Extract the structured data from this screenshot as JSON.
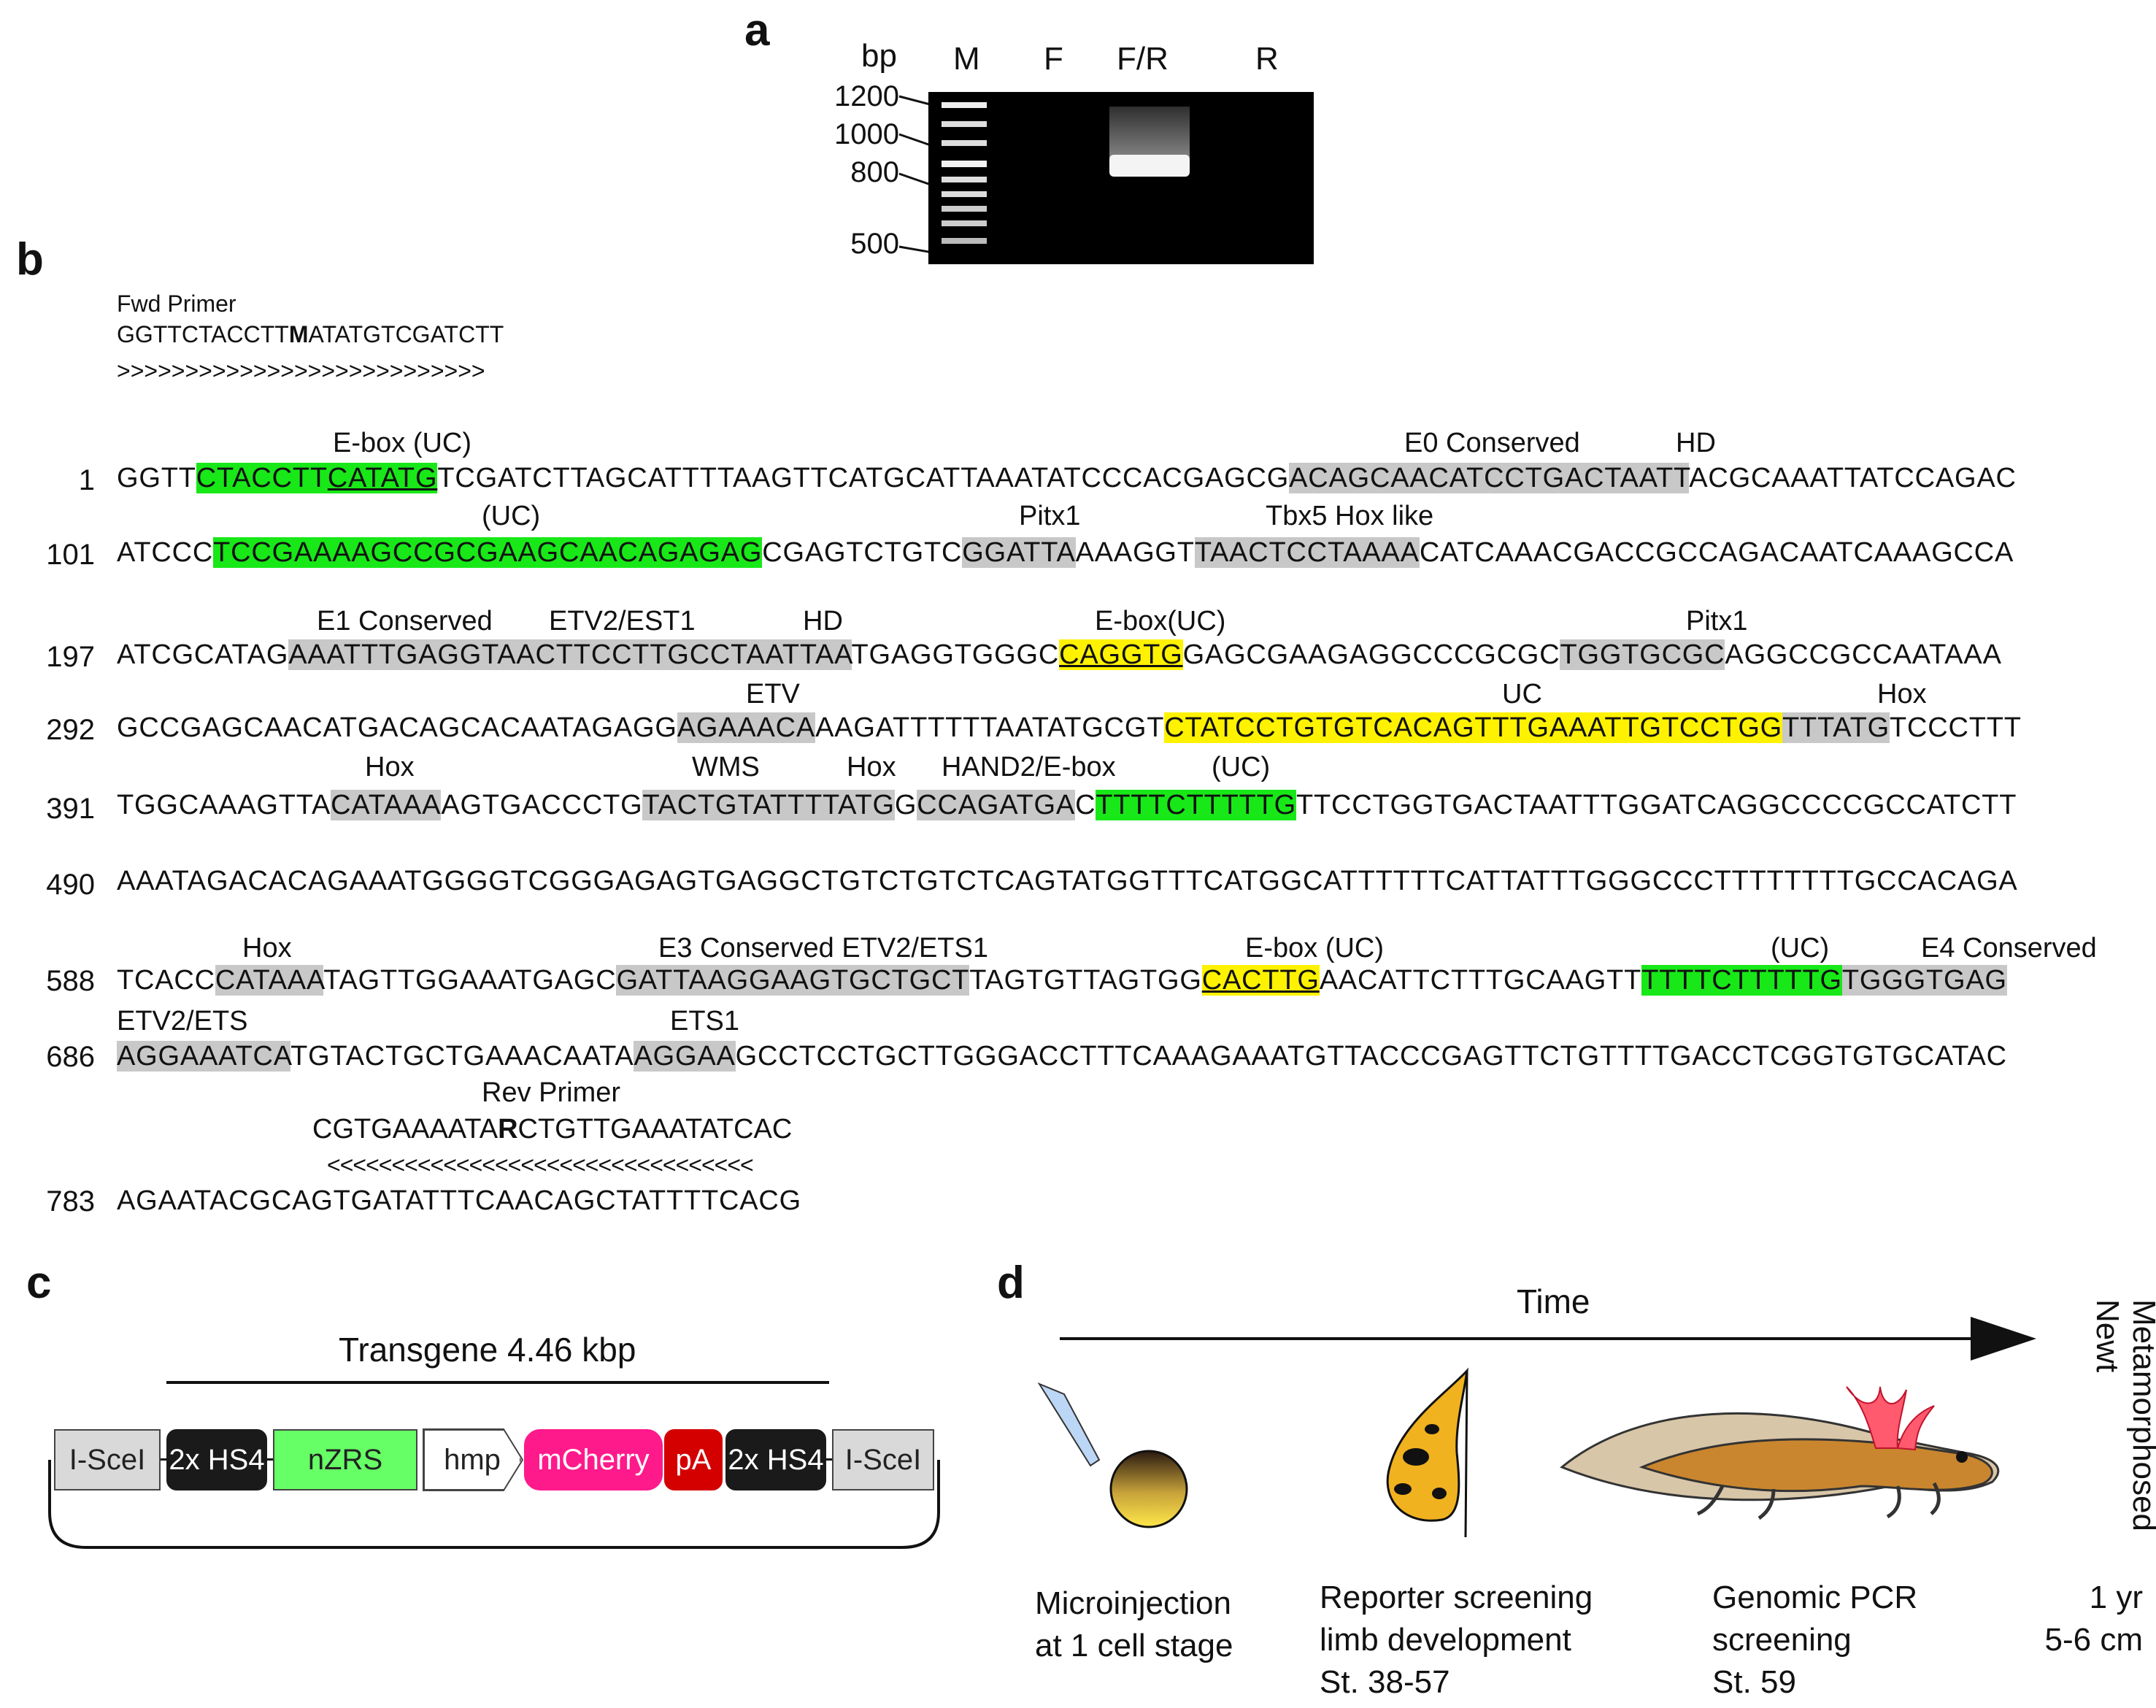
{
  "panels": {
    "a": "a",
    "b": "b",
    "c": "c",
    "d": "d"
  },
  "gel": {
    "bp_label": "bp",
    "lanes": [
      "M",
      "F",
      "F/R",
      "R"
    ],
    "sizes": [
      "1200",
      "1000",
      "800",
      "500"
    ]
  },
  "primers": {
    "fwd_title": "Fwd Primer",
    "fwd_pre": "GGTTCTACCTT",
    "fwd_bold": "M",
    "fwd_post": "ATATGTCGATCTT",
    "fwd_arrows": ">>>>>>>>>>>>>>>>>>>>>>>>>>>",
    "rev_title": "Rev Primer",
    "rev_pre": "CGTGAAAATA",
    "rev_bold": "R",
    "rev_post": "CTGTTGAAATATCAC",
    "rev_arrows": "<<<<<<<<<<<<<<<<<<<<<<<<<<<<<<<<<"
  },
  "line_numbers": [
    "1",
    "101",
    "197",
    "292",
    "391",
    "490",
    "588",
    "686",
    "783"
  ],
  "annotations": {
    "l1": [
      "E-box (UC)",
      "E0 Conserved",
      "HD"
    ],
    "l2": [
      "(UC)",
      "Pitx1",
      "Tbx5 Hox like"
    ],
    "l3": [
      "E1 Conserved",
      "ETV2/EST1",
      "HD",
      "E-box(UC)",
      "Pitx1"
    ],
    "l4": [
      "ETV",
      "UC",
      "Hox"
    ],
    "l5": [
      "Hox",
      "WMS",
      "Hox",
      "HAND2/E-box",
      "(UC)"
    ],
    "l7": [
      "Hox",
      "E3 Conserved ETV2/ETS1",
      "E-box (UC)",
      "(UC)",
      "E4 Conserved"
    ],
    "l8": [
      "ETV2/ETS",
      "ETS1"
    ]
  },
  "seq": {
    "l1": [
      "GGTT",
      "CTACCTT",
      "CATATG",
      "TCGATCTTAGCATTTTAAGTTCATGCATTAAATATCCCACGAGCG",
      "ACAGCAACATCCTGACTAATT",
      "ACGCAAATTATCCAGAC"
    ],
    "l2": [
      "ATCCC",
      "TCCGAAAAGCCGCGAAGCAACAGAGAG",
      "CGAGTCTGTC",
      "GGATTA",
      "AAAGGT",
      "TAACTCCTAAAA",
      "CATCAAACGACCGCCAGACAATCAAAGCCA"
    ],
    "l3": [
      "ATCGCATAG",
      "AAATTTGAGGTAACTTCCTTGCCTAATTAA",
      "TGAGGTGGGC",
      "CAGGTG",
      "GAGCGAAGAGGCCCGCGC",
      "TGGTGCGC",
      "AGGCCGCCAATAAA"
    ],
    "l4": [
      "GCCGAGCAACATGACAGCACAATAGAGG",
      "AGAAACA",
      "AAGATTTTTTAATATGCGT",
      "CTATCCTGTGTCACAGTTTGAAATTGTCCTGG",
      "TTTATG",
      "TCCCTTT"
    ],
    "l5": [
      "TGGCAAAGTTA",
      "CATAAA",
      "AGTGACCCTG",
      "TACTGTAT",
      "TTTATG",
      "G",
      "CCAGATGA",
      "C",
      "TTTTCTTTTTG",
      "TTCCTGGTGACTAATTTGGATCAGGCCCCGCCATCTT"
    ],
    "l6": [
      "AAATAGACACAGAAATGGGGTCGGGAGAGTGAGGCTGTCTGTCTCAGTATGGTTTCATGGCATTTTTTCATTATTTGGGCCCTTTTTTTTGCCACAGA"
    ],
    "l7": [
      "TCACC",
      "CATAAA",
      "TAGTTGGAAATGAGC",
      "GATTAAGGAAGTGCTGCT",
      "TAGTGTTAGTGG",
      "CACTTG",
      "AACATTCTTTGCAAGTT",
      "TTTTCTTTTTG",
      "TGGGTGAG"
    ],
    "l8": [
      "AGGAAATCA",
      "TGTACTGCTGAAACAATA",
      "AGGAA",
      "GCCTCCTGCTTGGGACCTTTCAAAGAAATGTTACCCGAGTTCTGTTTTGACCTCGGTGTGCATAC"
    ],
    "l9": [
      "AGAATACGCAGTGATATTTCAACAGCTATTTTCACG"
    ]
  },
  "construct": {
    "title": "Transgene 4.46 kbp",
    "elements": [
      "I-SceI",
      "2x HS4",
      "nZRS",
      "hmp",
      "mCherry",
      "pA",
      "2x HS4",
      "I-SceI"
    ]
  },
  "timeline": {
    "axis_label": "Time",
    "end_label_1": "Metamorphosed",
    "end_label_2": "Newt",
    "stages": [
      {
        "line1": "Microinjection",
        "line2": "at 1 cell stage",
        "line3": ""
      },
      {
        "line1": "Reporter screening",
        "line2": "limb development",
        "line3": "St. 38-57"
      },
      {
        "line1": "Genomic PCR",
        "line2": "screening",
        "line3": "St. 59"
      },
      {
        "line1": "1 yr",
        "line2": "5-6 cm",
        "line3": ""
      }
    ]
  },
  "colors": {
    "green": "#18e818",
    "yellow": "#fff200",
    "gray": "#c8c8c8",
    "mcherry": "#ff1a8c",
    "pA": "#d40000",
    "nzrs": "#66ff66"
  }
}
